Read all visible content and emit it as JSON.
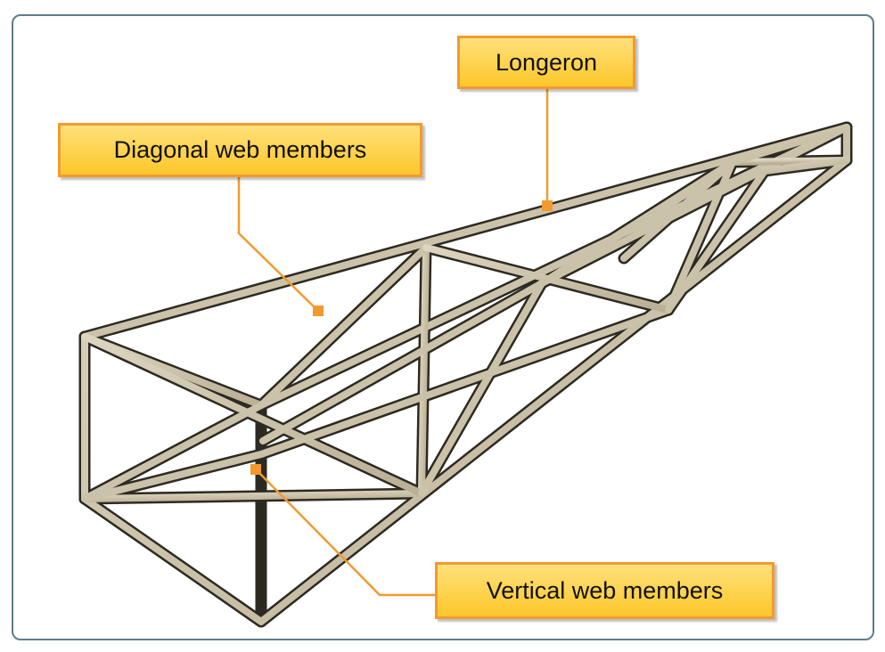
{
  "labels": {
    "longeron": "Longeron",
    "diagonal": "Diagonal web members",
    "vertical": "Vertical web members"
  },
  "colors": {
    "frame_border": "#5d7d8c",
    "callout": "#f29a2e",
    "label_fill": "#fcc72a",
    "tube_fill": "#cfc6af",
    "tube_outline": "#2d2a22"
  }
}
